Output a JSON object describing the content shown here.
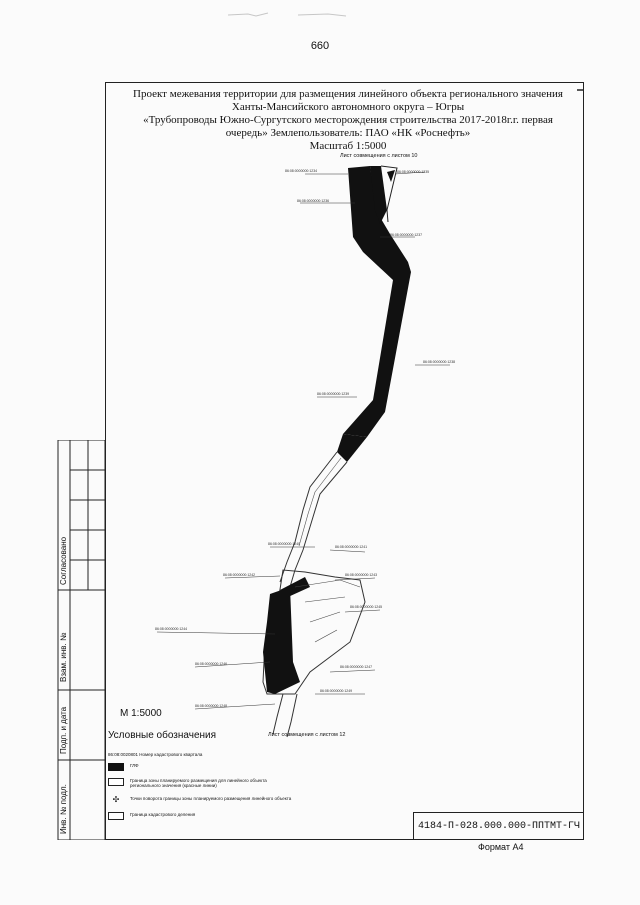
{
  "page_number": "660",
  "title_lines": [
    "Проект межевания территории для размещения линейного объекта регионального значения",
    "Ханты-Мансийского автономного округа – Югры",
    "«Трубопроводы Южно-Сургутского месторождения строительства 2017-2018г.г. первая",
    "очередь» Землепользователь: ПАО «НК «Роснефть»",
    "Масштаб 1:5000"
  ],
  "map": {
    "sheet_top_label": "Лист совмещения с листом 10",
    "sheet_bottom_label": "Лист совмещения с листом 12",
    "scale_text": "М 1:5000"
  },
  "legend": {
    "title": "Условные обозначения",
    "items": [
      {
        "symbol": "cadastral-number",
        "text": "86:08:0020801  Номер кадастрового квартала"
      },
      {
        "symbol": "black-fill",
        "text": "ГЛФ"
      },
      {
        "symbol": "white-box",
        "text": "Граница зоны планируемого размещения для линейного объекта регионального значения (красные линии)"
      },
      {
        "symbol": "turn-point",
        "text": "Точки поворота границы зоны планируемого размещения линейного объекта"
      },
      {
        "symbol": "white-box-2",
        "text": "Граница кадастрового деления"
      }
    ]
  },
  "side_stamp": {
    "agreed": "Согласовано",
    "inv_no": "Взам. инв. №",
    "sign_date": "Подп. и дата",
    "orig_inv": "Инв. № подл."
  },
  "stamp_code": "4184-П-028.000.000-ППТМТ-ГЧ",
  "format": "Формат А4"
}
